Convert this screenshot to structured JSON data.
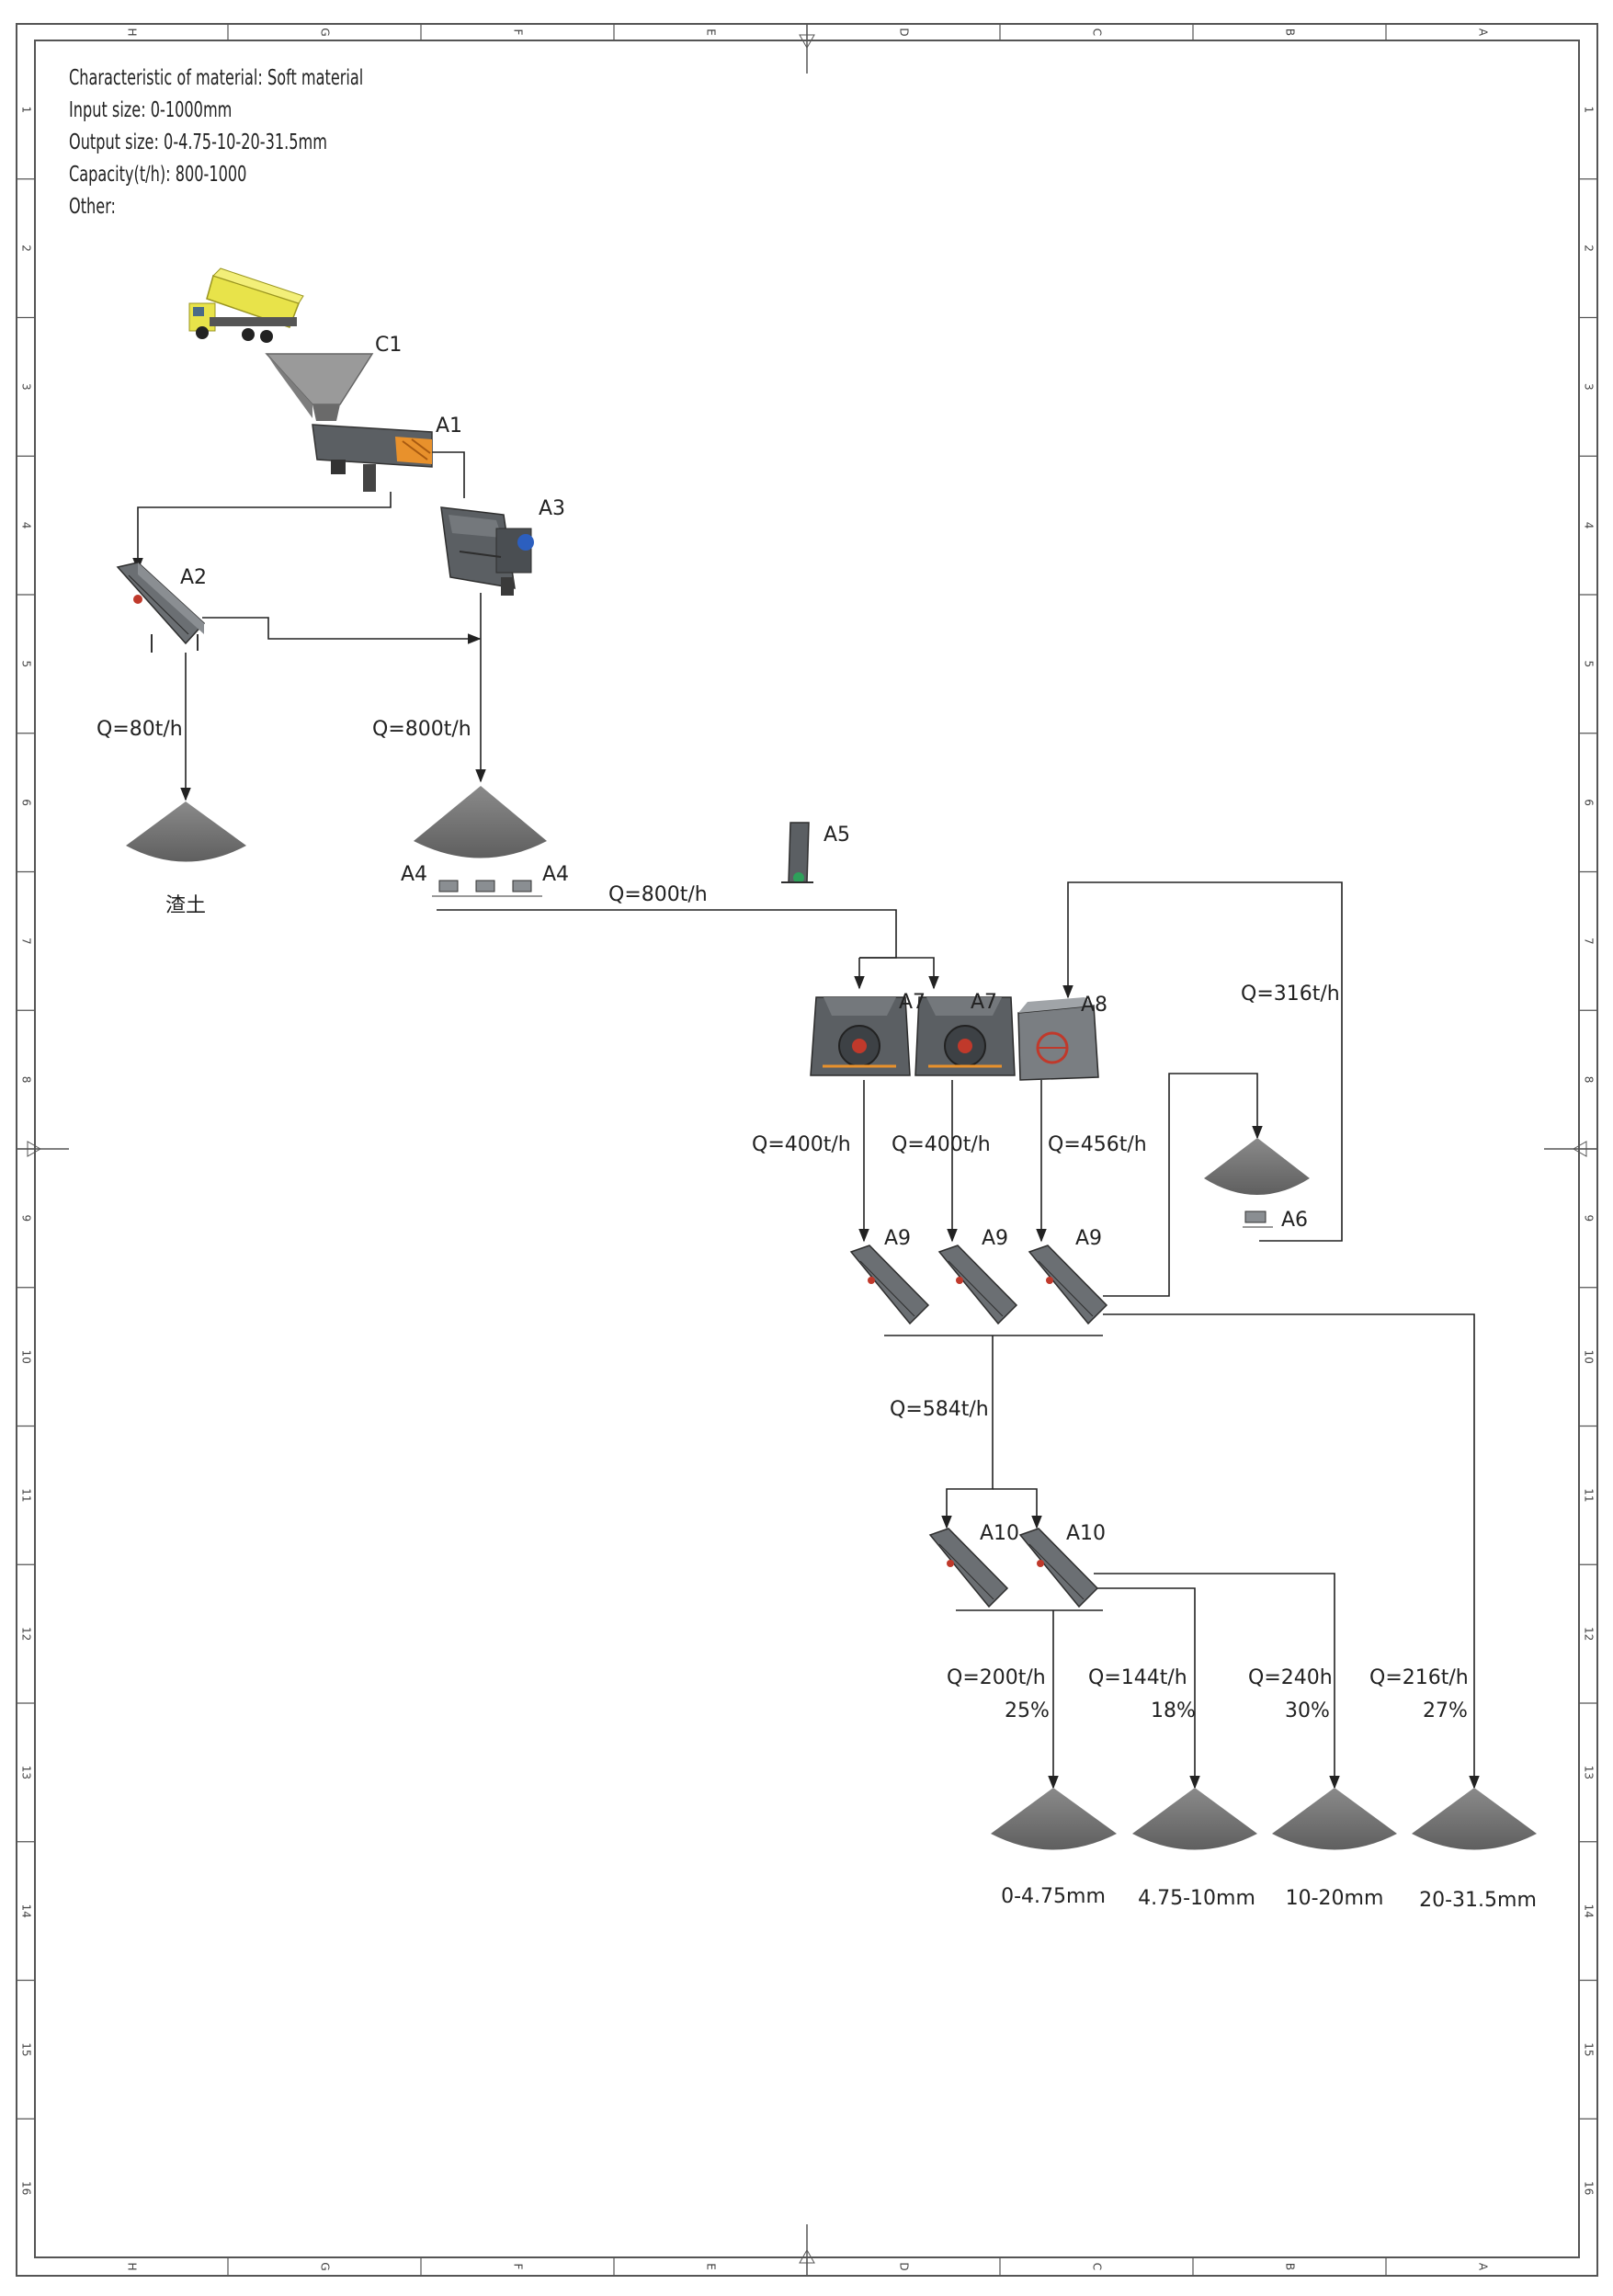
{
  "notes": {
    "characteristic": "Characteristic of material: Soft material",
    "input_size": "Input size: 0-1000mm",
    "output_size": "Output size: 0-4.75-10-20-31.5mm",
    "capacity": "Capacity(t/h): 800-1000",
    "other": "Other:"
  },
  "border": {
    "columns": [
      "H",
      "G",
      "F",
      "E",
      "D",
      "C",
      "B",
      "A"
    ],
    "rows": [
      "1",
      "2",
      "3",
      "4",
      "5",
      "6",
      "7",
      "8",
      "9",
      "10",
      "11",
      "12",
      "13",
      "14",
      "15",
      "16"
    ]
  },
  "equipment": {
    "c1": "C1",
    "a1": "A1",
    "a2": "A2",
    "a3": "A3",
    "a4": "A4",
    "a5": "A5",
    "a6": "A6",
    "a7": "A7",
    "a8": "A8",
    "a9": "A9",
    "a10": "A10"
  },
  "flows": {
    "waste": "Q=80t/h",
    "primary": "Q=800t/h",
    "to_crushers": "Q=800t/h",
    "a7_left": "Q=400t/h",
    "a7_right": "Q=400t/h",
    "a8": "Q=456t/h",
    "recycle": "Q=316t/h",
    "to_fine_screens": "Q=584t/h"
  },
  "products": [
    {
      "flow": "Q=200t/h",
      "percent": "25%",
      "label": "0-4.75mm"
    },
    {
      "flow": "Q=144t/h",
      "percent": "18%",
      "label": "4.75-10mm"
    },
    {
      "flow": "Q=240h",
      "percent": "30%",
      "label": "10-20mm"
    },
    {
      "flow": "Q=216t/h",
      "percent": "27%",
      "label": "20-31.5mm"
    }
  ],
  "waste_pile_label": "渣土",
  "colors": {
    "line": "#222222",
    "pile": "#6f6f6f",
    "machine": "#5b5f63",
    "truck": "#e8e34a",
    "accent_orange": "#e8912c",
    "accent_red": "#c0392b",
    "accent_blue": "#2c5fbf"
  }
}
